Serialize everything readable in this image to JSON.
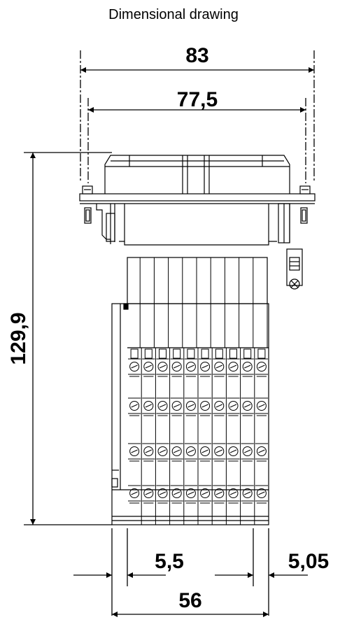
{
  "title": "Dimensional drawing",
  "dimensions": {
    "overall_width": "83",
    "mounting_width": "77,5",
    "height": "129,9",
    "left_offset": "5,5",
    "right_offset": "5,05",
    "base_width": "56"
  },
  "module": {
    "terminal_columns": 10,
    "screw_rows": 4
  },
  "colors": {
    "line": "#000000",
    "background": "#ffffff"
  }
}
